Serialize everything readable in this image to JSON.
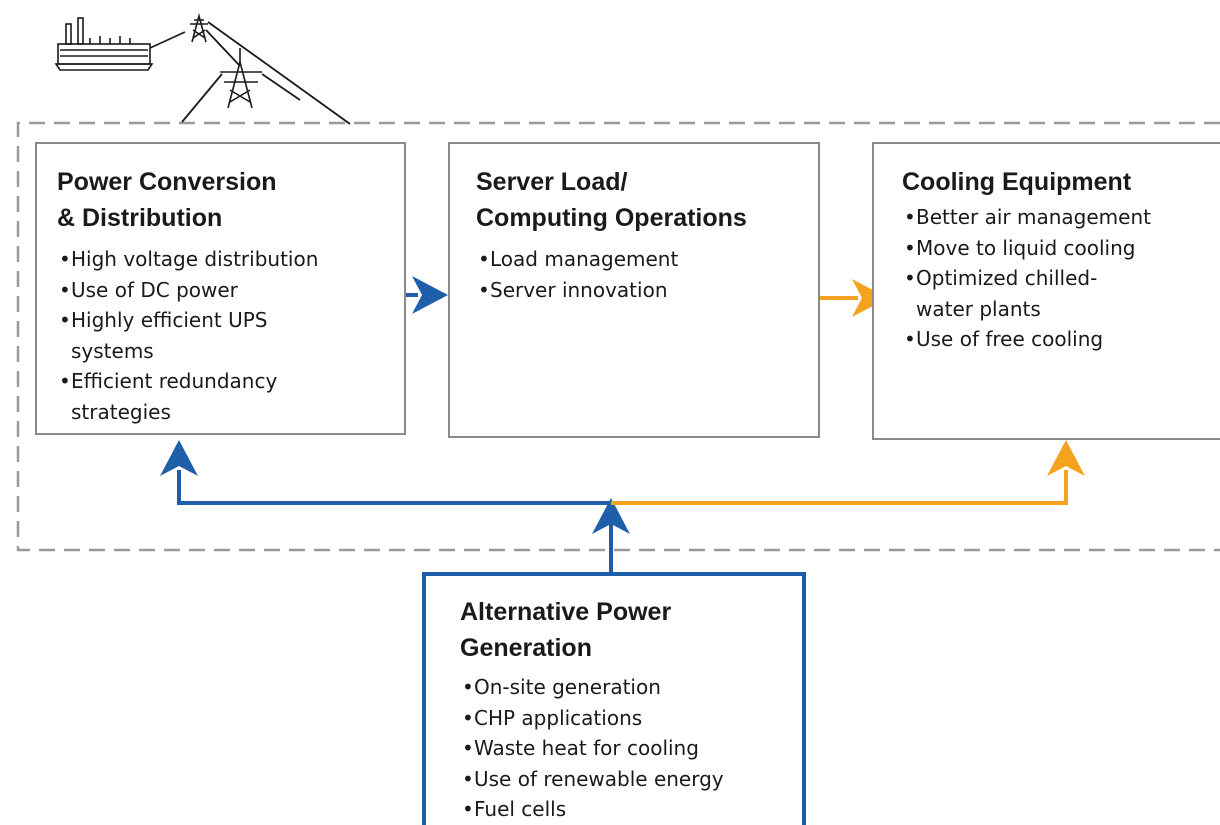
{
  "colors": {
    "blue_arrow": "#1f5ea8",
    "orange_arrow": "#f5a21f",
    "box_border": "#8a8a8a",
    "dashed_border": "#9a9a9a"
  },
  "icons": [
    "power-plant-icon",
    "transmission-tower-icon"
  ],
  "boxes": {
    "power": {
      "title_line1": "Power Conversion",
      "title_line2": "& Distribution",
      "items": [
        "High voltage distribution",
        "Use of DC power",
        "Highly efficient UPS systems",
        "Efficient redundancy strategies"
      ]
    },
    "server": {
      "title_line1": "Server Load/",
      "title_line2": "Computing Operations",
      "items": [
        "Load management",
        "Server innovation"
      ]
    },
    "cooling": {
      "title_line1": "Cooling Equipment",
      "items": [
        "Better air management",
        "Move to liquid cooling",
        "Optimized chilled-water plants",
        "Use of free cooling"
      ]
    },
    "alt": {
      "title_line1": "Alternative Power",
      "title_line2": "Generation",
      "items": [
        "On-site generation",
        "CHP applications",
        "Waste heat for cooling",
        "Use of renewable energy",
        "Fuel cells"
      ]
    }
  }
}
